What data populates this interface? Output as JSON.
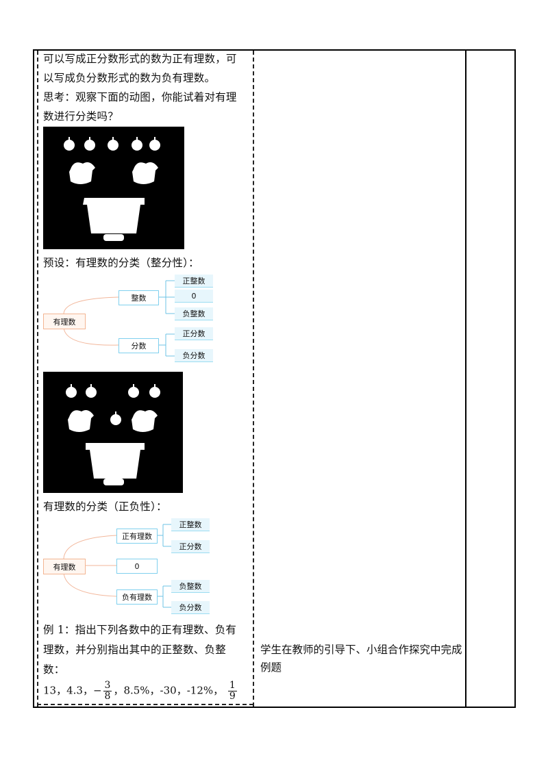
{
  "col1": {
    "para1_line1": "可以写成正分数形式的数为正有理数，可",
    "para1_line2": "以写成负分数形式的数为负有理数。",
    "think_line1": "思考：观察下面的动图，你能试着对有理",
    "think_line2": "数进行分类吗？",
    "preset_label": "预设：有理数的分类（整分性）：",
    "pos_neg_label": "有理数的分类（正负性）：",
    "example_line1": "例 1：指出下列各数中的正有理数、负有",
    "example_line2": "理数，并分别指出其中的正整数、负整",
    "example_line3": "数：",
    "numbers": {
      "n1": "13，4.3，",
      "neg_sign": "−",
      "frac1_num": "3",
      "frac1_den": "8",
      "n2": "，8.5%，-30，-12%，",
      "frac2_num": "1",
      "frac2_den": "9"
    }
  },
  "mindmap1": {
    "root": "有理数",
    "branch_integer": "整数",
    "branch_fraction": "分数",
    "leaf_pos_int": "正整数",
    "leaf_zero": "0",
    "leaf_neg_int": "负整数",
    "leaf_pos_frac": "正分数",
    "leaf_neg_frac": "负分数"
  },
  "mindmap2": {
    "root": "有理数",
    "branch_pos": "正有理数",
    "branch_zero": "0",
    "branch_neg": "负有理数",
    "leaf_pos_int": "正整数",
    "leaf_pos_frac": "正分数",
    "leaf_neg_int": "负整数",
    "leaf_neg_frac": "负分数"
  },
  "col2": {
    "student_activity": "学生在教师的引导下、小组合作探究中完成例题"
  },
  "colors": {
    "root_border": "#f3b592",
    "mid_border": "#7fd0ee",
    "leaf_fill": "#e7f6fc",
    "connector": "#f2b69a"
  },
  "images": [
    "apples-baskets-box-icon-1",
    "apples-baskets-box-icon-2"
  ]
}
